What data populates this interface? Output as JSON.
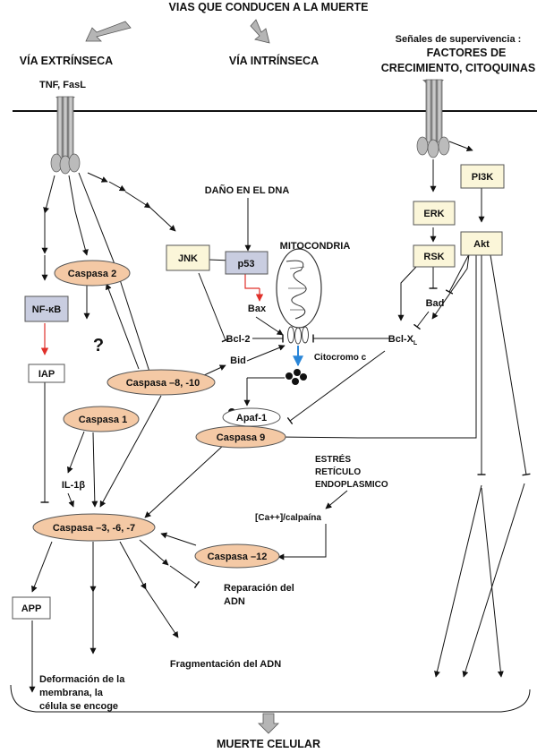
{
  "header": {
    "title": "VIAS QUE CONDUCEN A LA MUERTE",
    "extrinsic": "VÍA EXTRÍNSECA",
    "intrinsic": "VÍA INTRÍNSECA",
    "survival_line1": "Señales de supervivencia :",
    "survival_line2": "FACTORES DE",
    "survival_line3": "CRECIMIENTO, CITOQUINAS"
  },
  "ligands": "TNF, FasL",
  "dna_damage": "DAÑO EN EL DNA",
  "mitochondria": "MITOCONDRIA",
  "question_mark": "?",
  "er_stress": {
    "line1": "ESTRÉS",
    "line2": "RETÍCULO",
    "line3": "ENDOPLASMICO"
  },
  "nodes": {
    "caspasa2": "Caspasa 2",
    "nfkb": "NF-κB",
    "iap": "IAP",
    "caspasa8_10": "Caspasa –8, -10",
    "caspasa1": "Caspasa 1",
    "il1b": "IL-1β",
    "caspasa3_6_7": "Caspasa –3, -6, -7",
    "app": "APP",
    "jnk": "JNK",
    "p53": "p53",
    "bax": "Bax",
    "bcl2": "Bcl-2",
    "bid": "Bid",
    "citocromo": "Citocromo c",
    "apaf1": "Apaf-1",
    "caspasa9": "Caspasa 9",
    "calpain": "[Ca++]/calpaína",
    "caspasa12": "Caspasa –12",
    "erk": "ERK",
    "rsk": "RSK",
    "bad": "Bad",
    "bclxl_base": "Bcl-X",
    "bclxl_sub": "L",
    "pi3k": "PI3K",
    "akt": "Akt"
  },
  "outcomes": {
    "repair_line1": "Reparación del",
    "repair_line2": "ADN",
    "fragmentation": "Fragmentación del ADN",
    "deform_line1": "Deformación de la",
    "deform_line2": "membrana, la",
    "deform_line3": "célula se encoge"
  },
  "footer": "MUERTE CELULAR",
  "colors": {
    "caspase_fill": "#f4c9a5",
    "kinase_fill": "#fbf6d9",
    "nfkb_fill": "#c9cde0",
    "p53_fill": "#c9cde0",
    "red_arrow": "#e0302a",
    "blue_arrow": "#2a86d8",
    "receptor_gray": "#b5b5b5"
  }
}
